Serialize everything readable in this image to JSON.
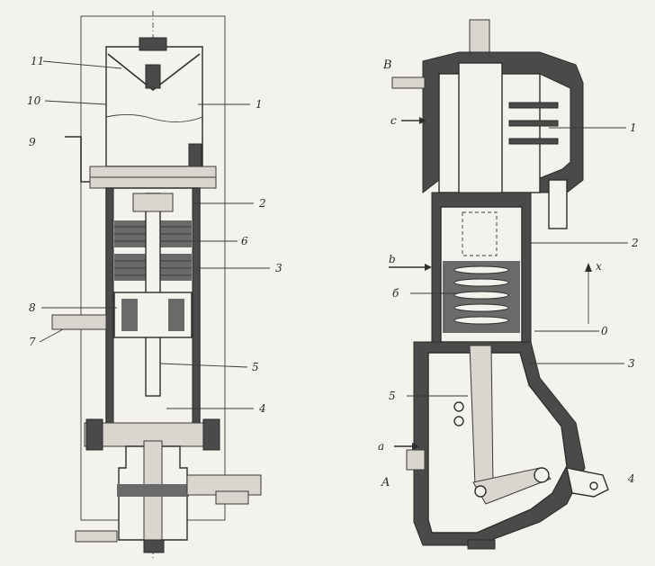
{
  "left_figure": {
    "labels": [
      "11",
      "10",
      "9",
      "1",
      "2",
      "6",
      "3",
      "8",
      "7",
      "5",
      "4"
    ]
  },
  "right_figure": {
    "port_labels": [
      "B",
      "c",
      "b",
      "a",
      "A"
    ],
    "part_labels": [
      "1",
      "2",
      "б",
      "3",
      "5",
      "4",
      "0"
    ],
    "axis_label": "x"
  },
  "colors": {
    "ink": "#2e2e2e",
    "paper": "#f4f2ec",
    "section_fill": "#4a4a4a"
  }
}
